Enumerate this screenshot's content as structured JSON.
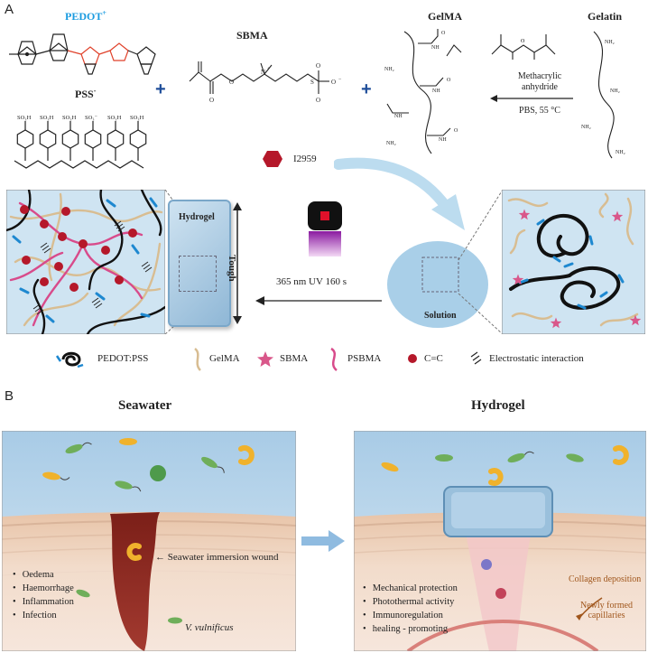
{
  "panel_a": {
    "letter": "A",
    "pedot_label": "PEDOT",
    "pedot_charge": "+",
    "pss_label": "PSS",
    "pss_charge": "-",
    "sbma_label": "SBMA",
    "gelma_label": "GelMA",
    "gelatin_label": "Gelatin",
    "reagent_line1": "Methacrylic",
    "reagent_line2": "anhydride",
    "condition": "PBS, 55 °C",
    "initiator": "I2959",
    "hydrogel_box": "Hydrogel",
    "tough": "Tough",
    "uv": "365 nm UV 160 s",
    "solution": "Solution",
    "so3h": "SO₃H",
    "so3minus": "SO₃⁻",
    "nh2": "NH₂",
    "nh": "NH",
    "legend": [
      {
        "label": "PEDOT:PSS"
      },
      {
        "label": "GelMA"
      },
      {
        "label": "SBMA"
      },
      {
        "label": "PSBMA"
      },
      {
        "label": "C=C"
      },
      {
        "label": "Electrostatic interaction"
      }
    ]
  },
  "panel_b": {
    "letter": "B",
    "left_title": "Seawater",
    "right_title": "Hydrogel",
    "wound_label": "Seawater immersion wound",
    "bacteria_label": "V. vulnificus",
    "left_bullets": [
      "Oedema",
      "Haemorrhage",
      "Inflammation",
      "Infection"
    ],
    "right_bullets": [
      "Mechanical protection",
      "Photothermal activity",
      "Immunoregulation",
      "healing - promoting"
    ],
    "collagen": "Collagen deposition",
    "capillaries_line1": "Newly formed",
    "capillaries_line2": "capillaries"
  },
  "colors": {
    "pedot_blue": "#1a9be0",
    "plus_blue": "#1f4e9a",
    "crosslink_red": "#b5182a",
    "psbma_pink": "#d84b8b",
    "gelma_tan": "#d8bd92",
    "sbma_star": "#d9578a",
    "electro_blue": "#1e88d0",
    "box_blue": "#cfe4f2",
    "seawater_blue": "#bcd8ee",
    "skin_tan": "#efd7c4",
    "wound_red": "#8c2a23",
    "brown_text": "#a0561c"
  }
}
